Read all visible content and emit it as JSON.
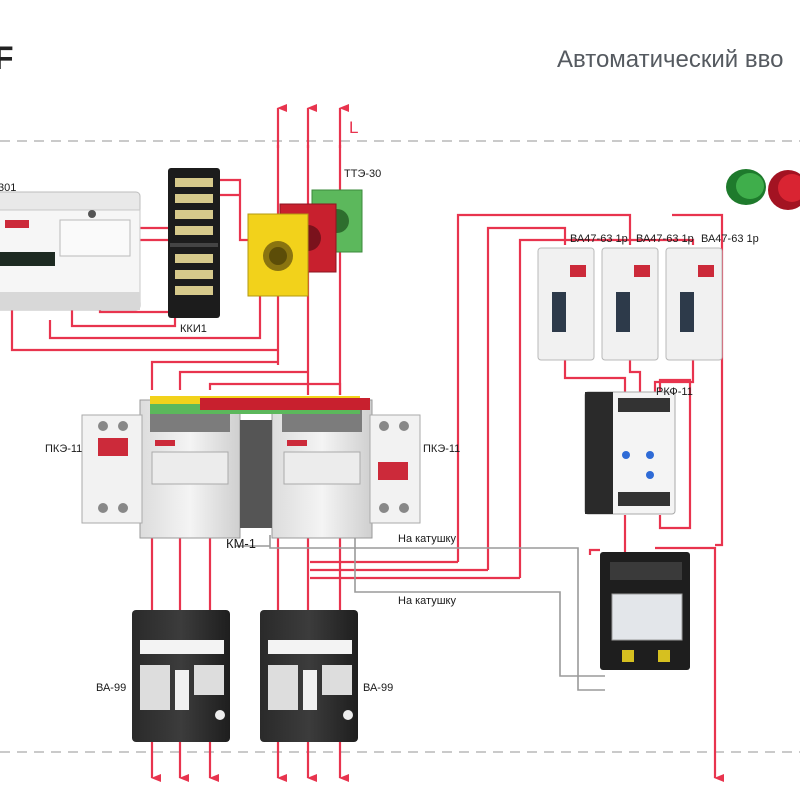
{
  "header": {
    "title": "Автоматический вво",
    "logo_fragment": "F"
  },
  "labels": {
    "phase": "L",
    "tte": "ТТЭ-30",
    "kki": "ККИ1",
    "meter": "301",
    "va47_1": "ВА47-63 1р",
    "va47_2": "ВА47-63 1р",
    "va47_3": "ВА47-63 1р",
    "pke_left": "ПКЭ-11",
    "pke_right": "ПКЭ-11",
    "rkf": "РКФ-11",
    "km": "КМ-1",
    "coil_1": "На катушку",
    "coil_2": "На катушку",
    "va99_left": "ВА-99",
    "va99_right": "ВА-99"
  },
  "colors": {
    "wire_red": "#e8344e",
    "wire_gray": "#9a9a9a",
    "dash": "#b8b8b8",
    "title": "#555a60"
  }
}
